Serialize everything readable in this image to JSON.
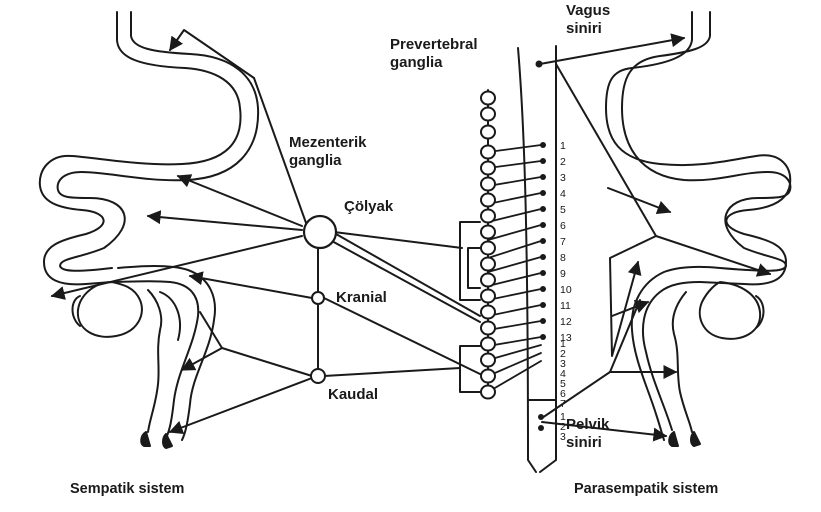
{
  "labels": {
    "vagus_line1": "Vagus",
    "vagus_line2": "siniri",
    "prevertebral_line1": "Prevertebral",
    "prevertebral_line2": "ganglia",
    "mezenterik_line1": "Mezenterik",
    "mezenterik_line2": "ganglia",
    "colyak": "Çölyak",
    "kranial": "Kranial",
    "kaudal": "Kaudal",
    "pelvik_line1": "Pelvik",
    "pelvik_line2": "siniri",
    "sempatik_sistem": "Sempatik sistem",
    "parasempatik_sistem": "Parasempatik sistem"
  },
  "spinal_segments": {
    "thoracic": [
      "1",
      "2",
      "3",
      "4",
      "5",
      "6",
      "7",
      "8",
      "9",
      "10",
      "11",
      "12",
      "13"
    ],
    "lumbar": [
      "1",
      "2",
      "3",
      "4",
      "5",
      "6",
      "7"
    ],
    "sacral": [
      "1",
      "2",
      "3"
    ]
  },
  "colors": {
    "line": "#1a1a1a",
    "background": "#ffffff"
  }
}
